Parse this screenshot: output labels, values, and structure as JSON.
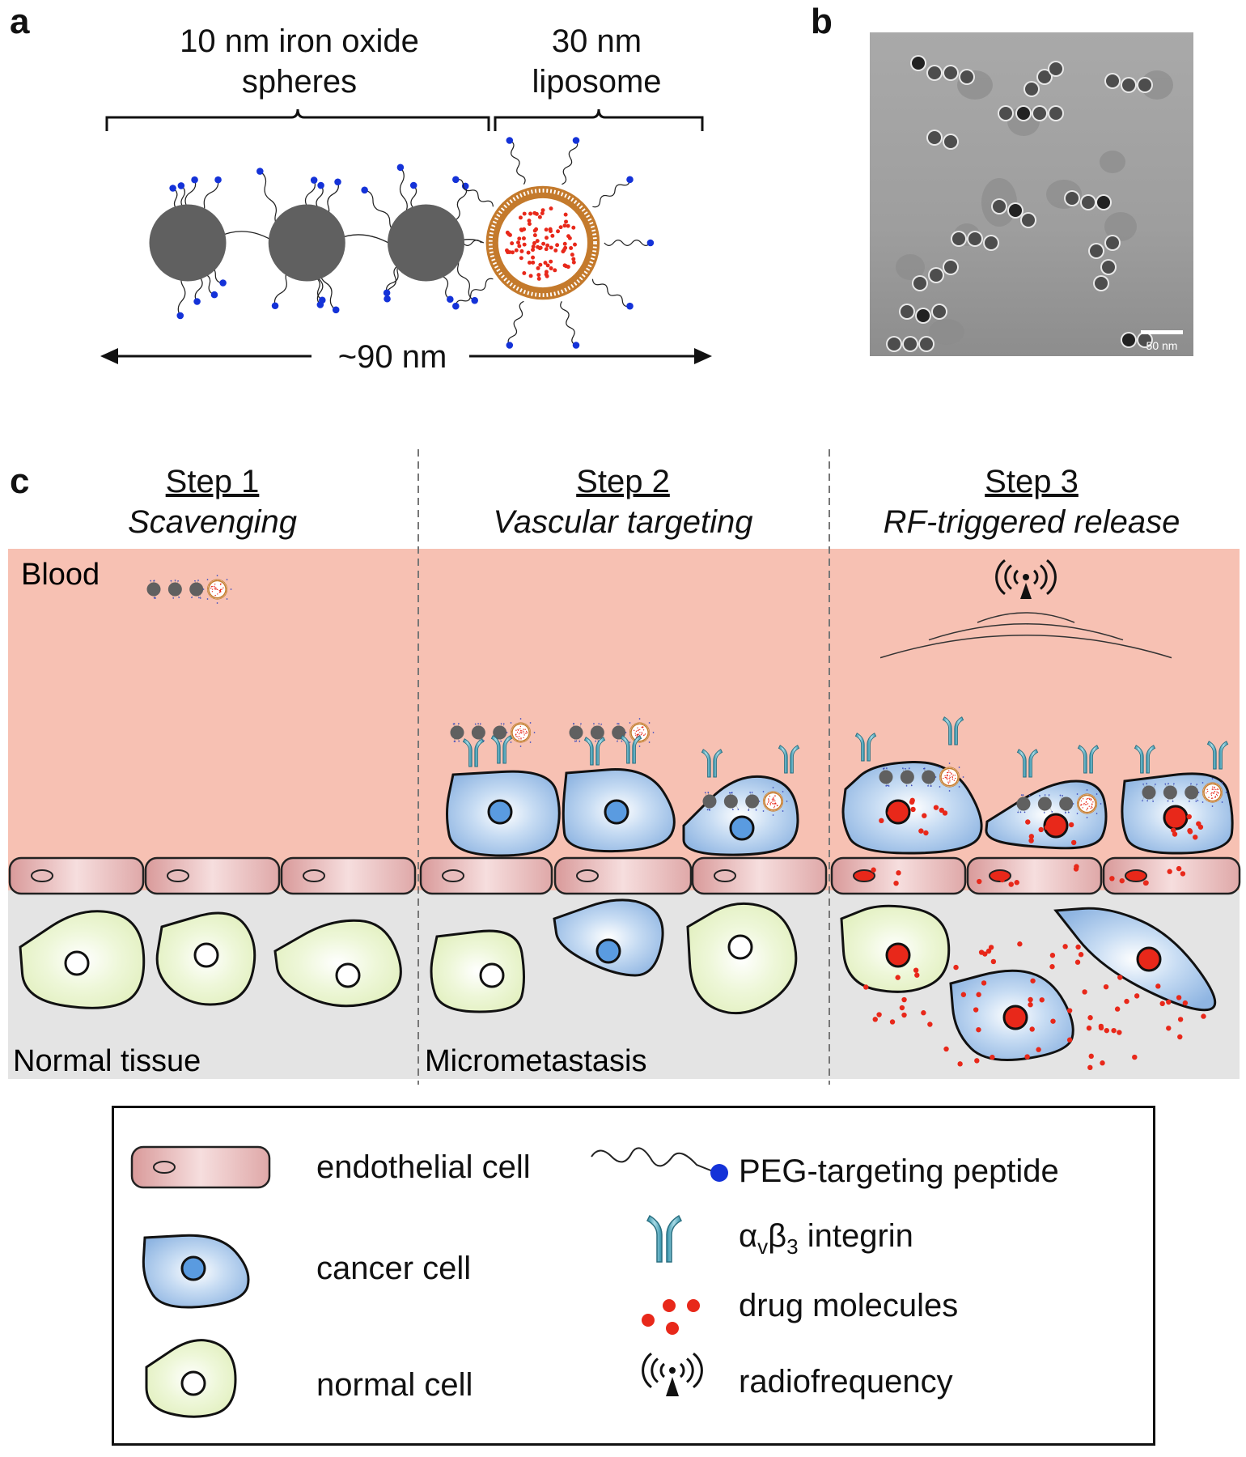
{
  "panels": {
    "a": "a",
    "b": "b",
    "c": "c"
  },
  "panel_a": {
    "label_spheres_line1": "10 nm iron oxide",
    "label_spheres_line2": "spheres",
    "label_liposome_line1": "30 nm",
    "label_liposome_line2": "liposome",
    "label_length": "~90 nm"
  },
  "panel_b": {
    "scale_bar": "50 nm"
  },
  "panel_c": {
    "steps": [
      {
        "title": "Step 1",
        "subtitle": "Scavenging"
      },
      {
        "title": "Step 2",
        "subtitle": "Vascular targeting"
      },
      {
        "title": "Step 3",
        "subtitle": "RF-triggered release"
      }
    ],
    "region_blood": "Blood",
    "region_normal_tissue": "Normal tissue",
    "region_micrometastasis": "Micrometastasis"
  },
  "legend": {
    "items": [
      {
        "label": "endothelial cell"
      },
      {
        "label": "cancer cell"
      },
      {
        "label": "normal cell"
      },
      {
        "label": "PEG-targeting peptide"
      },
      {
        "label": "drug molecules"
      },
      {
        "label": "radiofrequency"
      }
    ],
    "integrin": {
      "alpha": "α",
      "alpha_sub": "v",
      "beta": "β",
      "beta_sub": "3",
      "rest": " integrin"
    }
  },
  "colors": {
    "blood": "#f7c1b3",
    "tissue": "#e6e6e6",
    "endothelial": "#e9b4b4",
    "cancer_cell": "#9ec1e8",
    "normal_cell": "#e6f2c6",
    "iron_oxide": "#606060",
    "drug": "#e8281a",
    "peptide_tip": "#1432d8"
  }
}
